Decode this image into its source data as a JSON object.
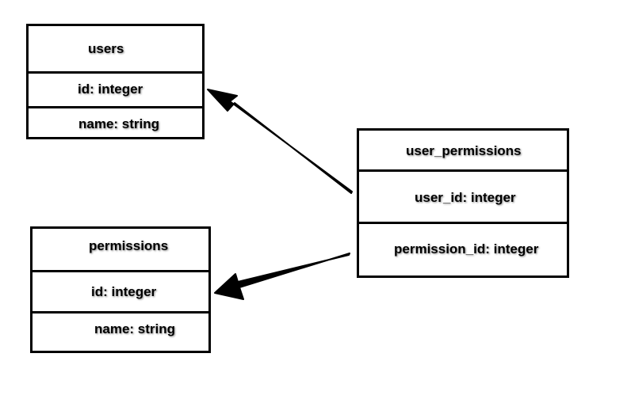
{
  "tables": {
    "users": {
      "title": "users",
      "fields": [
        "id: integer",
        "name: string"
      ]
    },
    "permissions": {
      "title": "permissions",
      "fields": [
        "id: integer",
        "name: string"
      ]
    },
    "user_permissions": {
      "title": "user_permissions",
      "fields": [
        "user_id: integer",
        "permission_id: integer"
      ]
    }
  },
  "colors": {
    "stroke": "#000000",
    "background": "#ffffff"
  }
}
